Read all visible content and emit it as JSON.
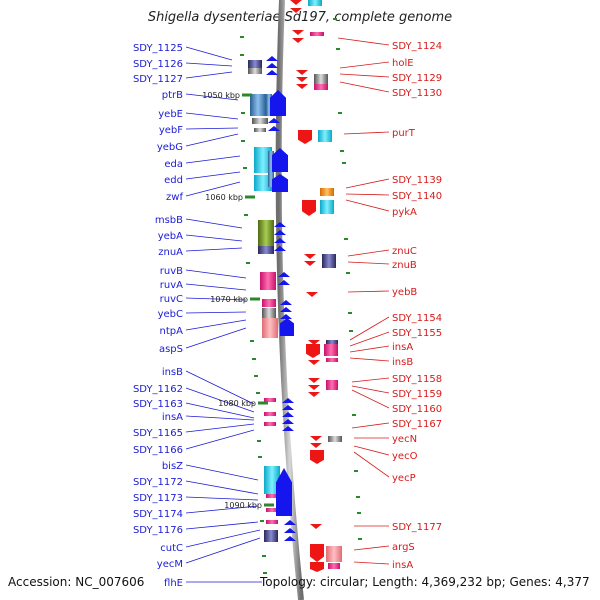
{
  "title": "Shigella dysenteriae Sd197, complete genome",
  "accession": "Accession: NC_007606",
  "topology": "Topology: circular; Length: 4,369,232 bp; Genes: 4,377",
  "colors": {
    "left_label": "#1b1bd6",
    "right_label": "#d61b1b",
    "left_arrow": "#1515ee",
    "right_arrow": "#ee1515",
    "backbone": "#9a9a9a",
    "tick": "#2a8a2a"
  },
  "kbp_marks": [
    {
      "label": "1050 kbp"
    },
    {
      "label": "1060 kbp"
    },
    {
      "label": "1070 kbp"
    },
    {
      "label": "1080 kbp"
    },
    {
      "label": "1090 kbp"
    }
  ],
  "left_genes": [
    {
      "name": "SDY_1125"
    },
    {
      "name": "SDY_1126"
    },
    {
      "name": "SDY_1127"
    },
    {
      "name": "ptrB"
    },
    {
      "name": "yebE"
    },
    {
      "name": "yebF"
    },
    {
      "name": "yebG"
    },
    {
      "name": "eda"
    },
    {
      "name": "edd"
    },
    {
      "name": "zwf"
    },
    {
      "name": "msbB"
    },
    {
      "name": "yebA"
    },
    {
      "name": "znuA"
    },
    {
      "name": "ruvB"
    },
    {
      "name": "ruvA"
    },
    {
      "name": "ruvC"
    },
    {
      "name": "yebC"
    },
    {
      "name": "ntpA"
    },
    {
      "name": "aspS"
    },
    {
      "name": "insB"
    },
    {
      "name": "SDY_1162"
    },
    {
      "name": "SDY_1163"
    },
    {
      "name": "insA"
    },
    {
      "name": "SDY_1165"
    },
    {
      "name": "SDY_1166"
    },
    {
      "name": "bisZ"
    },
    {
      "name": "SDY_1172"
    },
    {
      "name": "SDY_1173"
    },
    {
      "name": "SDY_1174"
    },
    {
      "name": "SDY_1176"
    },
    {
      "name": "cutC"
    },
    {
      "name": "yecM"
    },
    {
      "name": "flhE"
    }
  ],
  "right_genes": [
    {
      "name": "SDY_1124"
    },
    {
      "name": "holE"
    },
    {
      "name": "SDY_1129"
    },
    {
      "name": "SDY_1130"
    },
    {
      "name": "purT"
    },
    {
      "name": "SDY_1139"
    },
    {
      "name": "SDY_1140"
    },
    {
      "name": "pykA"
    },
    {
      "name": "znuC"
    },
    {
      "name": "znuB"
    },
    {
      "name": "yebB"
    },
    {
      "name": "SDY_1154"
    },
    {
      "name": "SDY_1155"
    },
    {
      "name": "insA"
    },
    {
      "name": "insB"
    },
    {
      "name": "SDY_1158"
    },
    {
      "name": "SDY_1159"
    },
    {
      "name": "SDY_1160"
    },
    {
      "name": "SDY_1167"
    },
    {
      "name": "yecN"
    },
    {
      "name": "yecO"
    },
    {
      "name": "yecP"
    },
    {
      "name": "SDY_1177"
    },
    {
      "name": "argS"
    },
    {
      "name": "insA"
    }
  ]
}
